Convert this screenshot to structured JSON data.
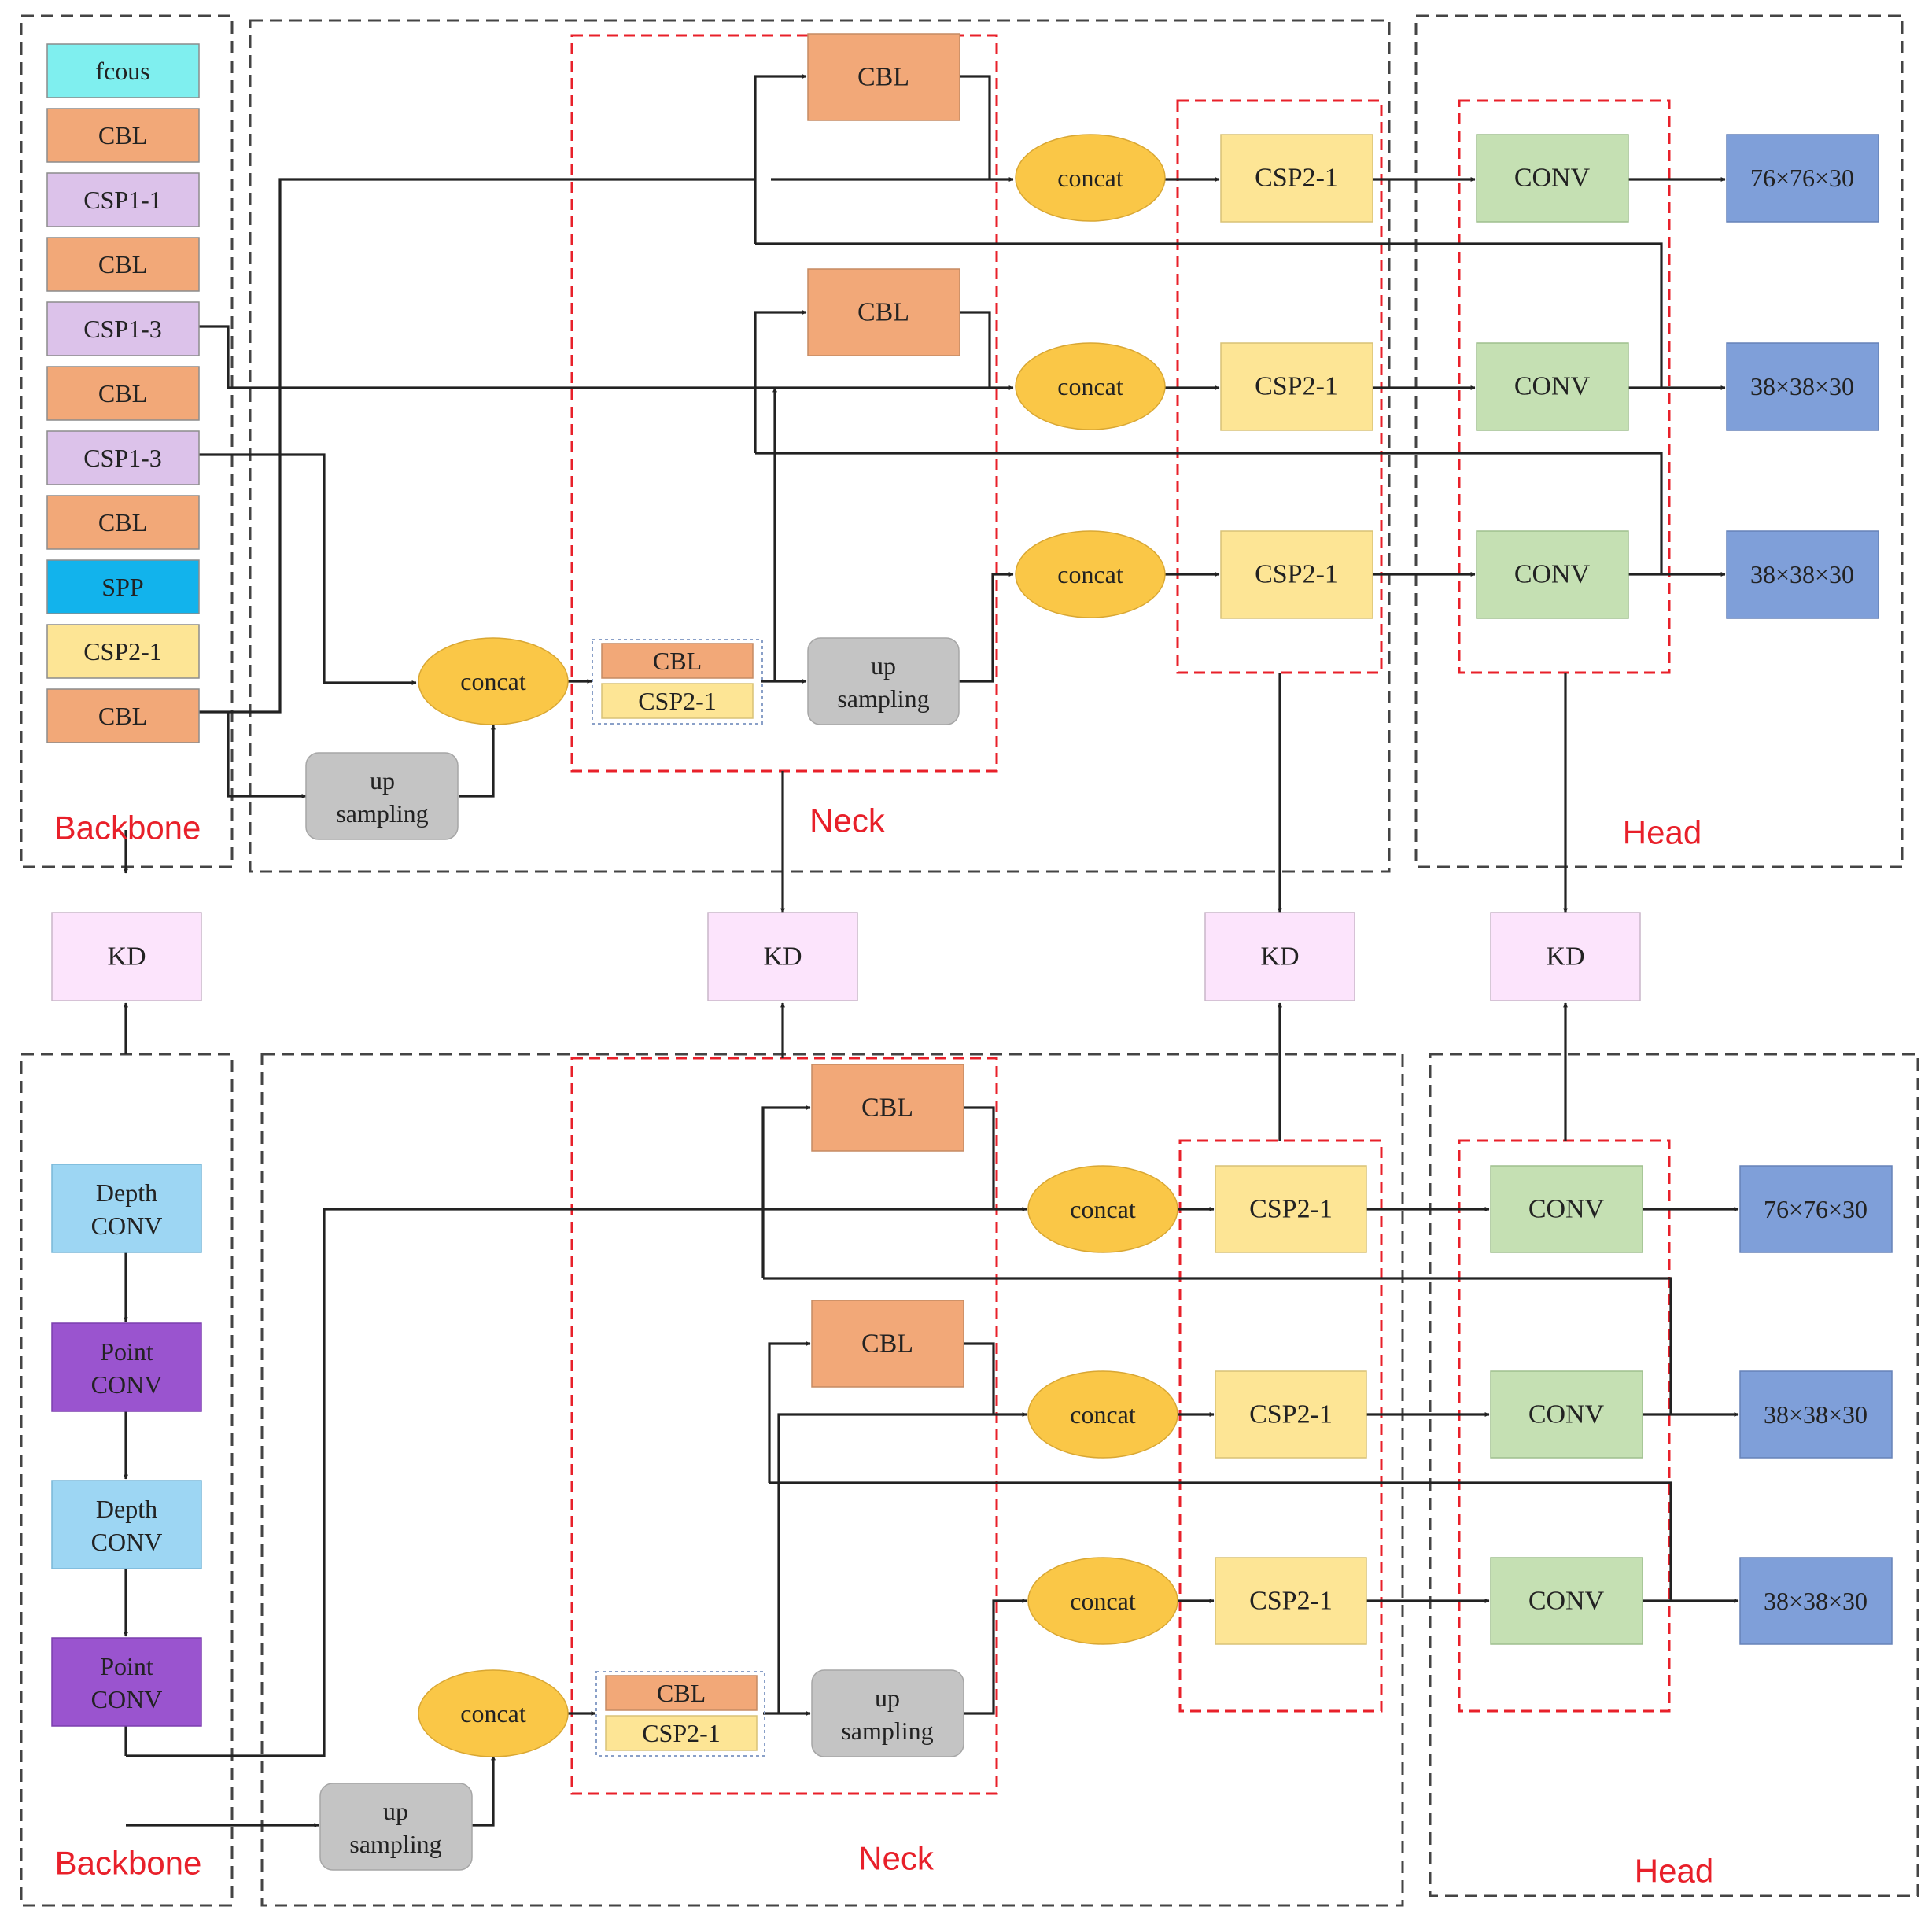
{
  "colors": {
    "cbl": "#f2a878",
    "focus": "#7fefef",
    "csp1": "#dcc2ea",
    "spp": "#12b3ec",
    "csp2": "#fde595",
    "concat": "#fac747",
    "upsample": "#c4c4c4",
    "conv": "#c5e0b3",
    "output": "#7f9fd9",
    "kd": "#fce4fc",
    "depth": "#9dd6f3",
    "point": "#9a54cf",
    "section_label": "#e8202a"
  },
  "sections": {
    "backbone_top": "Backbone",
    "neck_top": "Neck",
    "head_top": "Head",
    "backbone_bottom": "Backbone",
    "neck_bottom": "Neck",
    "head_bottom": "Head"
  },
  "teacher": {
    "backbone": [
      "fcous",
      "CBL",
      "CSP1-1",
      "CBL",
      "CSP1-3",
      "CBL",
      "CSP1-3",
      "CBL",
      "SPP",
      "CSP2-1",
      "CBL"
    ],
    "neck": {
      "cbl": "CBL",
      "concat": "concat",
      "csp": "CSP2-1",
      "up_sampling": [
        "up",
        "sampling"
      ]
    },
    "head": {
      "conv": "CONV",
      "outputs": [
        "76×76×30",
        "38×38×30",
        "38×38×30"
      ]
    }
  },
  "student": {
    "backbone": [
      [
        "Depth",
        "CONV"
      ],
      [
        "Point",
        "CONV"
      ],
      [
        "Depth",
        "CONV"
      ],
      [
        "Point",
        "CONV"
      ]
    ],
    "neck": {
      "cbl": "CBL",
      "concat": "concat",
      "csp": "CSP2-1",
      "up_sampling": [
        "up",
        "sampling"
      ]
    },
    "head": {
      "conv": "CONV",
      "outputs": [
        "76×76×30",
        "38×38×30",
        "38×38×30"
      ]
    }
  },
  "kd": [
    "KD",
    "KD",
    "KD",
    "KD"
  ]
}
